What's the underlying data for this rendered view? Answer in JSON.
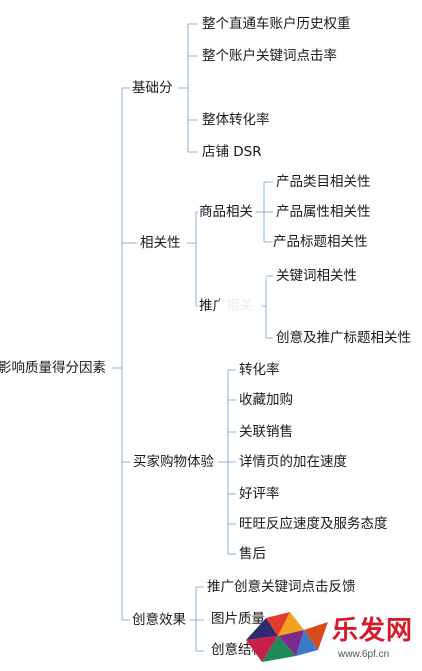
{
  "root": "影响质量得分因素",
  "categories": {
    "basic": {
      "label": "基础分",
      "items": [
        "整个直通车账户历史权重",
        "整个账户关键词点击率",
        "整体转化率",
        "店铺 DSR"
      ]
    },
    "relevance": {
      "label": "相关性",
      "product": {
        "label": "商品相关",
        "items": [
          "产品类目相关性",
          "产品属性相关性",
          "产品标题相关性"
        ]
      },
      "promo": {
        "label": "推广相关",
        "items": [
          "关键词相关性",
          "创意及推广标题相关性"
        ]
      }
    },
    "buyer": {
      "label": "买家购物体验",
      "items": [
        "转化率",
        "收藏加购",
        "关联销售",
        "详情页的加在速度",
        "好评率",
        "旺旺反应速度及服务态度",
        "售后"
      ]
    },
    "creative": {
      "label": "创意效果",
      "items": [
        "推广创意关键词点击反馈",
        "图片质量",
        "创意结构"
      ]
    }
  },
  "watermark": {
    "brand": "乐发网",
    "url": "www.6pf.cn",
    "brand_color": "#d51b2a"
  },
  "colors": {
    "connector": "#8fb4d9",
    "text": "#1a1a1a"
  }
}
